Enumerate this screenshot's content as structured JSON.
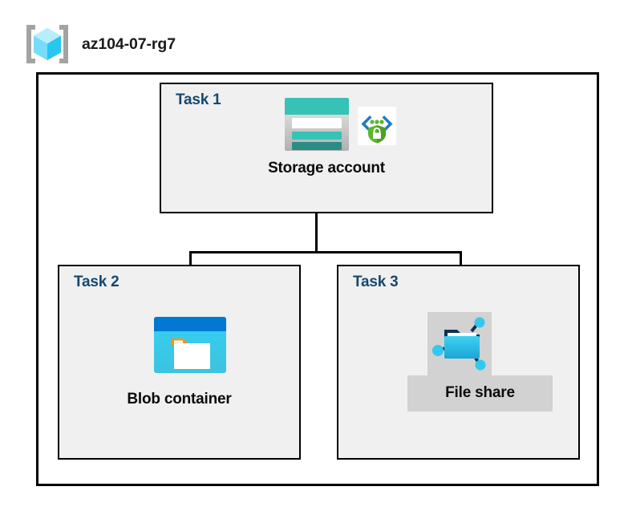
{
  "header": {
    "icon": "resource-group-icon",
    "title": "az104-07-rg7"
  },
  "container": {
    "name": "resource-group-container"
  },
  "tasks": [
    {
      "id": "task-1",
      "label": "Task 1",
      "node_label": "Storage account",
      "icons": [
        "storage-account-icon",
        "security-shield-lock-icon"
      ]
    },
    {
      "id": "task-2",
      "label": "Task 2",
      "node_label": "Blob container",
      "icons": [
        "blob-container-icon"
      ]
    },
    {
      "id": "task-3",
      "label": "Task 3",
      "node_label": "File share",
      "icons": [
        "file-share-icon"
      ],
      "highlighted": "true"
    }
  ],
  "colors": {
    "task_label": "#16486f",
    "node_label": "#0a0a0a",
    "box_fill": "#f0f0f0",
    "box_border": "#000000",
    "highlight": "#d2d2d2",
    "storage_teal": "#37c2b6",
    "storage_teal_dark": "#2a8c82",
    "blob_blue": "#0078d4",
    "blob_cyan": "#32c8ef",
    "blob_orange": "#f7921e",
    "fileshare_cyan": "#32c8ef",
    "fileshare_navy": "#10314f",
    "shield_green": "#5bb82a",
    "bracket_blue": "#1f7bc1",
    "cube_cyan": "#4fd6f7",
    "bracket_gray": "#a0a0a0"
  }
}
